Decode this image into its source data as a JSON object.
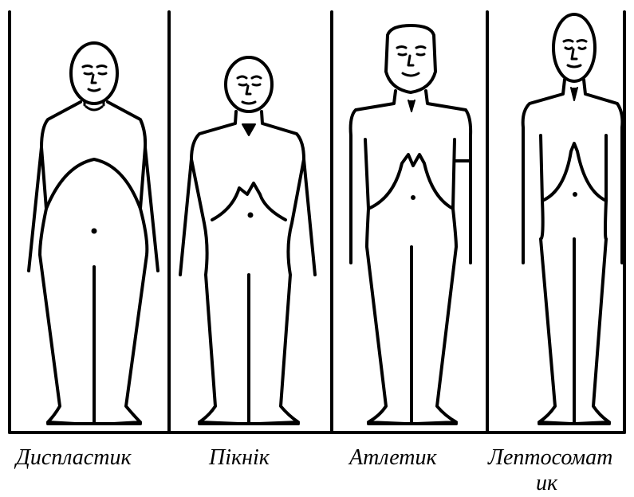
{
  "captions": {
    "dysplastic": "Диспластик",
    "picnic": "Пікнік",
    "athletic": "Атлетик",
    "leptosomatic_line1": "Лептосомат",
    "leptosomatic_line2": "ик"
  }
}
